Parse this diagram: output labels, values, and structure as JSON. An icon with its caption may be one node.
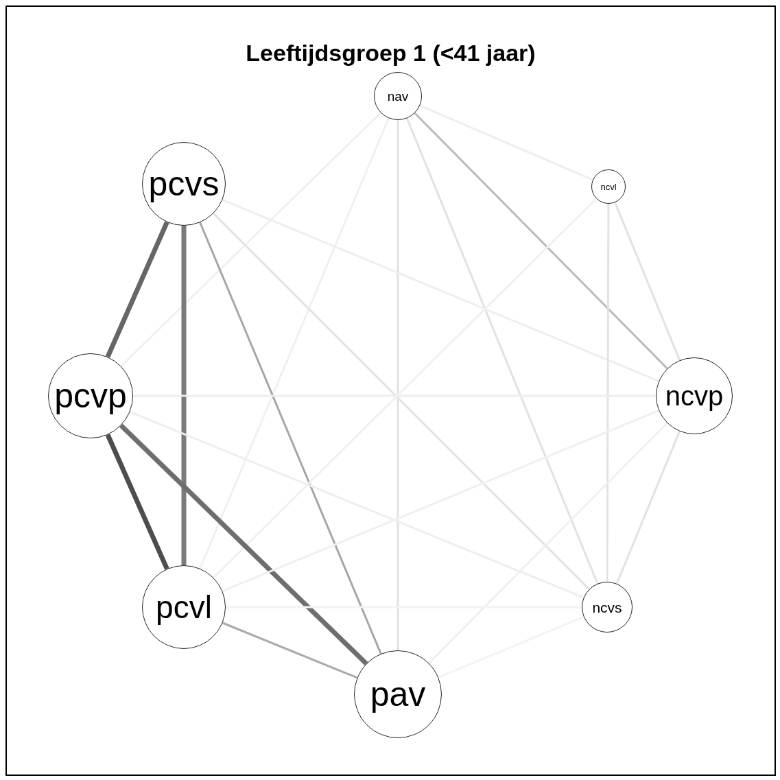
{
  "diagram": {
    "title": "Leeftijdsgroep 1 (<41 jaar)",
    "nodes": [
      {
        "text": [
          "nav"
        ]
      },
      {
        "text": [
          "pcvs"
        ]
      },
      {
        "text": [
          "ncvl"
        ]
      },
      {
        "text": [
          "pcvp"
        ]
      },
      {
        "text": [
          "ncvp"
        ]
      },
      {
        "text": [
          "pcvl"
        ]
      },
      {
        "text": [
          "ncvs"
        ]
      },
      {
        "text": [
          "pav"
        ]
      }
    ],
    "edges": [
      {
        "from": 0,
        "to": 2,
        "arrow": "none",
        "color": "#eeeeee"
      },
      {
        "from": 0,
        "to": 3,
        "arrow": "none",
        "color": "#f0f0f0"
      },
      {
        "from": 0,
        "to": 4,
        "arrow": "none",
        "color": "#bbbbbb"
      },
      {
        "from": 0,
        "to": 5,
        "arrow": "none",
        "color": "#f0f0f0"
      },
      {
        "from": 0,
        "to": 6,
        "arrow": "none"
      },
      {
        "from": 0,
        "to": 7,
        "arrow": "none"
      },
      {
        "from": 1,
        "to": 3,
        "arrow": "none",
        "style": "thick",
        "color": "#666666"
      },
      {
        "from": 1,
        "to": 4,
        "arrow": "none",
        "color": "#eeeeee"
      },
      {
        "from": 1,
        "to": 5,
        "arrow": "none",
        "style": "thick",
        "color": "#7a7a7a"
      },
      {
        "from": 1,
        "to": 6,
        "arrow": "none"
      },
      {
        "from": 1,
        "to": 7,
        "arrow": "none",
        "color": "#a6a6a6"
      },
      {
        "from": 2,
        "to": 4,
        "arrow": "none"
      },
      {
        "from": 2,
        "to": 5,
        "arrow": "none",
        "color": "#f0f0f0"
      },
      {
        "from": 2,
        "to": 6,
        "arrow": "none"
      },
      {
        "from": 3,
        "to": 4,
        "arrow": "none",
        "color": "#eeeeee"
      },
      {
        "from": 3,
        "to": 5,
        "arrow": "none",
        "style": "thick",
        "color": "#4d4d4d"
      },
      {
        "from": 3,
        "to": 6,
        "arrow": "none",
        "color": "#eeeeee"
      },
      {
        "from": 3,
        "to": 7,
        "arrow": "none",
        "style": "thick",
        "color": "#6e6e6e"
      },
      {
        "from": 4,
        "to": 5,
        "arrow": "none",
        "color": "#f0f0f0"
      },
      {
        "from": 4,
        "to": 6,
        "arrow": "none"
      },
      {
        "from": 4,
        "to": 7,
        "arrow": "none",
        "color": "#f0f0f0"
      },
      {
        "from": 5,
        "to": 6,
        "arrow": "none",
        "color": "#f3f3f3"
      },
      {
        "from": 5,
        "to": 7,
        "arrow": "none",
        "color": "#aaaaaa"
      },
      {
        "from": 6,
        "to": 7,
        "arrow": "none",
        "color": "#f3f3f3"
      }
    ]
  }
}
